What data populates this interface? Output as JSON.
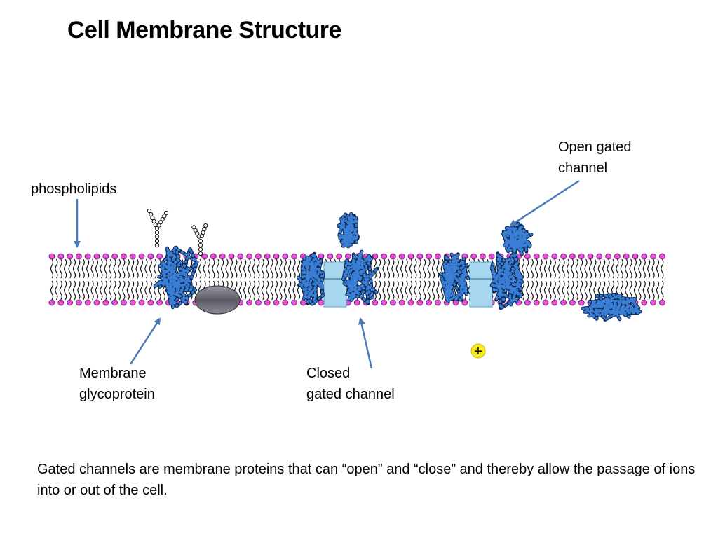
{
  "title": "Cell Membrane Structure",
  "labels": {
    "phospholipids": "phospholipids",
    "open_gated_channel": [
      "Open gated",
      "channel"
    ],
    "membrane_glycoprotein": [
      "Membrane",
      "glycoprotein"
    ],
    "closed_gated_channel": [
      "Closed",
      "gated channel"
    ],
    "ion_symbol": "+"
  },
  "caption": "Gated channels are membrane proteins that can “open” and “close” and thereby allow the passage of ions into or out of the cell.",
  "colors": {
    "protein": "#3a7fd5",
    "protein_dark": "#0d2a55",
    "head": "#e14fd6",
    "arrow": "#4a7ab8",
    "channel_fill": "#a8d8ef",
    "ion": "#f5ea20",
    "cholesterol": "#6b6b78"
  }
}
